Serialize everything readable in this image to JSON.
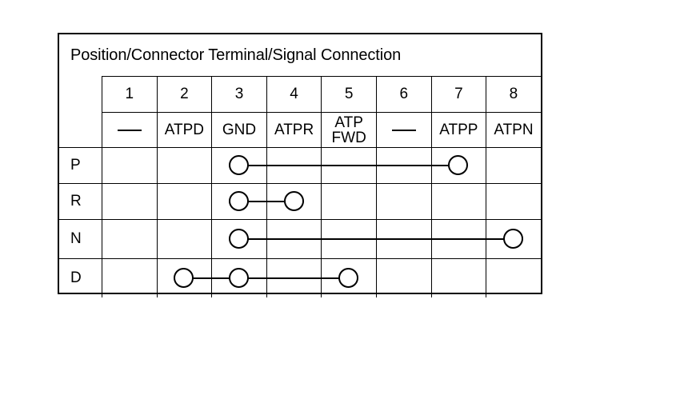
{
  "table": {
    "title": "Position/Connector Terminal/Signal Connection",
    "terminal_numbers": [
      "1",
      "2",
      "3",
      "4",
      "5",
      "6",
      "7",
      "8"
    ],
    "signal_names": [
      "—",
      "ATPD",
      "GND",
      "ATPR",
      "ATP FWD",
      "—",
      "ATPP",
      "ATPN"
    ],
    "signal_names_lines": [
      [
        "—"
      ],
      [
        "ATPD"
      ],
      [
        "GND"
      ],
      [
        "ATPR"
      ],
      [
        "ATP",
        "FWD"
      ],
      [
        "—"
      ],
      [
        "ATPP"
      ],
      [
        "ATPN"
      ]
    ],
    "rows": [
      {
        "label": "P",
        "connected_terminals": [
          3,
          7
        ]
      },
      {
        "label": "R",
        "connected_terminals": [
          3,
          4
        ]
      },
      {
        "label": "N",
        "connected_terminals": [
          3,
          8
        ]
      },
      {
        "label": "D",
        "connected_terminals": [
          2,
          3,
          5
        ]
      }
    ],
    "colors": {
      "border": "#000000",
      "background": "#ffffff",
      "text": "#000000",
      "node_fill": "#ffffff"
    }
  }
}
